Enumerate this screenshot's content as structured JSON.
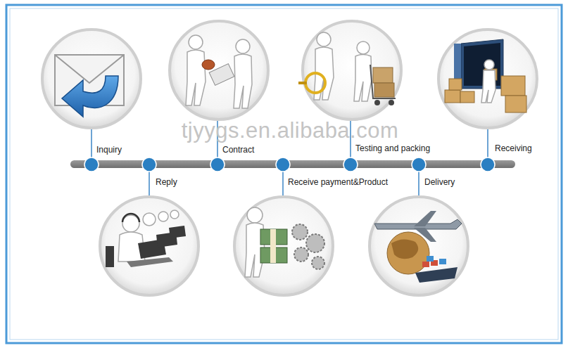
{
  "diagram": {
    "labels": [
      "Inquiry",
      "Reply",
      "Contract",
      "Receive payment&Product",
      "Testing and packing",
      "Delivery",
      "Receiving",
      "tjyygs.en.alibaba.com"
    ]
  }
}
